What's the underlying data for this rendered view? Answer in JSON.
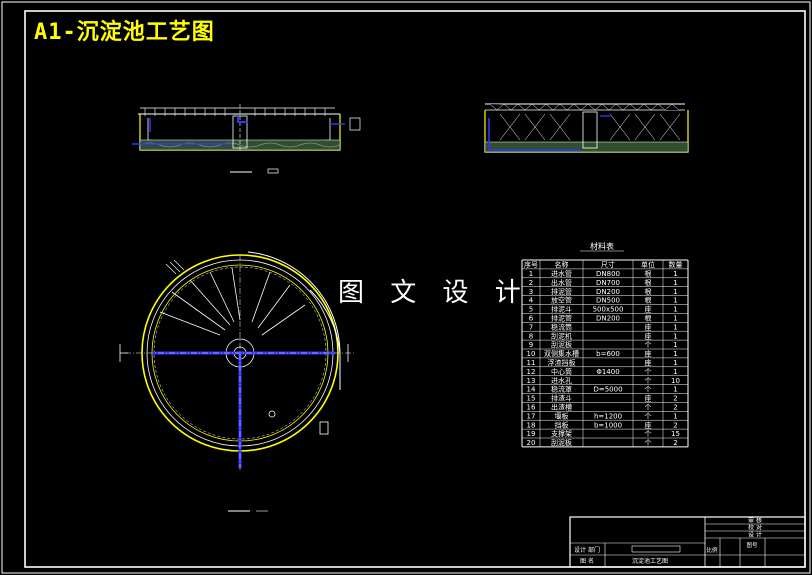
{
  "title": "A1-沉淀池工艺图",
  "watermark": "图 文 设 计",
  "colors": {
    "background": "#000000",
    "frame": "#ffffff",
    "title": "#ffff00",
    "wall": "#ffff00",
    "pipe": "#3333ff",
    "table_text": "#ffffff"
  },
  "material_table": {
    "title": "材料表",
    "headers": [
      "序号",
      "名称",
      "尺寸",
      "单位",
      "数量"
    ],
    "rows": [
      [
        "1",
        "进水管",
        "DN800",
        "根",
        "1"
      ],
      [
        "2",
        "出水管",
        "DN700",
        "根",
        "1"
      ],
      [
        "3",
        "排泥管",
        "DN200",
        "根",
        "1"
      ],
      [
        "4",
        "放空管",
        "DN500",
        "根",
        "1"
      ],
      [
        "5",
        "排泥斗",
        "500x500",
        "座",
        "1"
      ],
      [
        "6",
        "排泥管",
        "DN200",
        "根",
        "1"
      ],
      [
        "7",
        "稳流筒",
        "",
        "座",
        "1"
      ],
      [
        "8",
        "刮泥机",
        "",
        "座",
        "1"
      ],
      [
        "9",
        "刮泥板",
        "",
        "个",
        "1"
      ],
      [
        "10",
        "双侧集水槽",
        "b=600",
        "座",
        "1"
      ],
      [
        "11",
        "浮渣挡板",
        "",
        "座",
        "1"
      ],
      [
        "12",
        "中心筒",
        "Φ1400",
        "个",
        "1"
      ],
      [
        "13",
        "进水孔",
        "",
        "个",
        "10"
      ],
      [
        "14",
        "稳流罩",
        "D=5000",
        "个",
        "1"
      ],
      [
        "15",
        "排渣斗",
        "",
        "座",
        "2"
      ],
      [
        "16",
        "出渣槽",
        "",
        "个",
        "2"
      ],
      [
        "17",
        "堰板",
        "h=1200",
        "个",
        "1"
      ],
      [
        "18",
        "挡板",
        "b=1000",
        "座",
        "2"
      ],
      [
        "19",
        "支撑架",
        "",
        "个",
        "15"
      ],
      [
        "20",
        "刮泥板",
        "",
        "个",
        "2"
      ]
    ]
  },
  "title_block": {
    "labels": [
      "审 核",
      "校 对",
      "设 计",
      "设计 部门",
      "图 名",
      "比例",
      "图号"
    ],
    "drawing_name": "沉淀池工艺图"
  }
}
